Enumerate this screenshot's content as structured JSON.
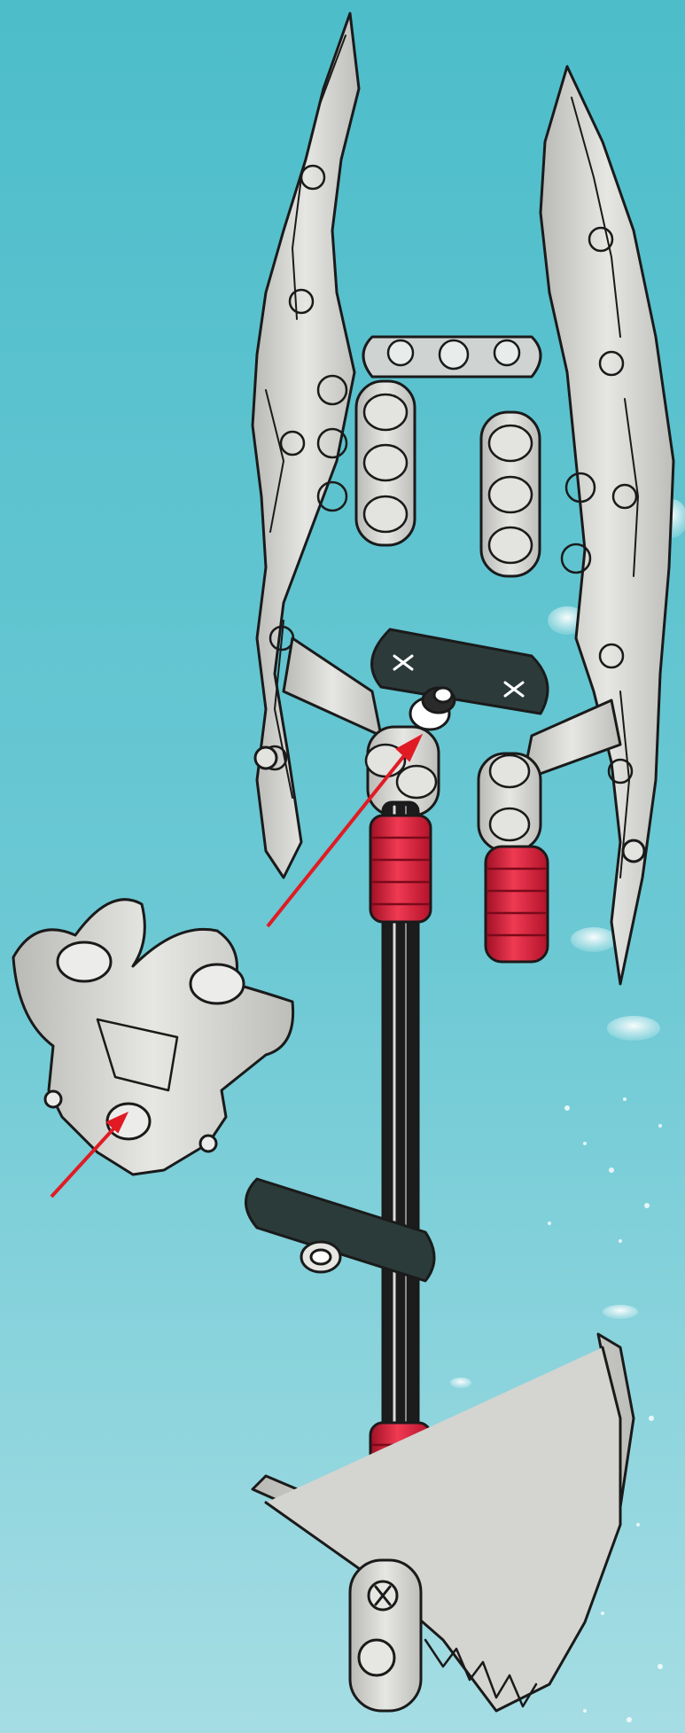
{
  "scene": {
    "description_id": "lego-bionicle-weapon-assembly-step",
    "colors": {
      "background_top": "#4fbfcc",
      "background_bottom": "#9ad8e0",
      "bubble": "#e8f7fa",
      "part_light_gray": "#d9d9d6",
      "part_gray_shade": "#a9a9a6",
      "part_outline": "#1a1a1a",
      "axle_black": "#1c1c1c",
      "beam_dark": "#2b3b3a",
      "bush_red": "#e0243c",
      "bush_red_dark": "#a01025",
      "arrow_red": "#e01b24"
    },
    "parts": [
      {
        "name": "blade-claw-left",
        "color": "light-gray"
      },
      {
        "name": "blade-claw-right",
        "color": "light-gray"
      },
      {
        "name": "cross-beam-top",
        "color": "light-gray"
      },
      {
        "name": "connector-beam-left",
        "color": "light-gray"
      },
      {
        "name": "connector-beam-right",
        "color": "light-gray"
      },
      {
        "name": "center-beam",
        "color": "dark-green-gray"
      },
      {
        "name": "axle-long",
        "color": "black"
      },
      {
        "name": "bush-red-upper",
        "color": "red"
      },
      {
        "name": "bush-red-right",
        "color": "red"
      },
      {
        "name": "bush-red-lower",
        "color": "red"
      },
      {
        "name": "handle-beam",
        "color": "dark-green-gray"
      },
      {
        "name": "hook-blade-bottom",
        "color": "light-gray"
      },
      {
        "name": "loose-hand-piece",
        "color": "light-gray"
      }
    ],
    "arrows": [
      {
        "name": "insert-arrow-upper",
        "color": "red"
      },
      {
        "name": "insert-arrow-lower",
        "color": "red"
      }
    ]
  }
}
